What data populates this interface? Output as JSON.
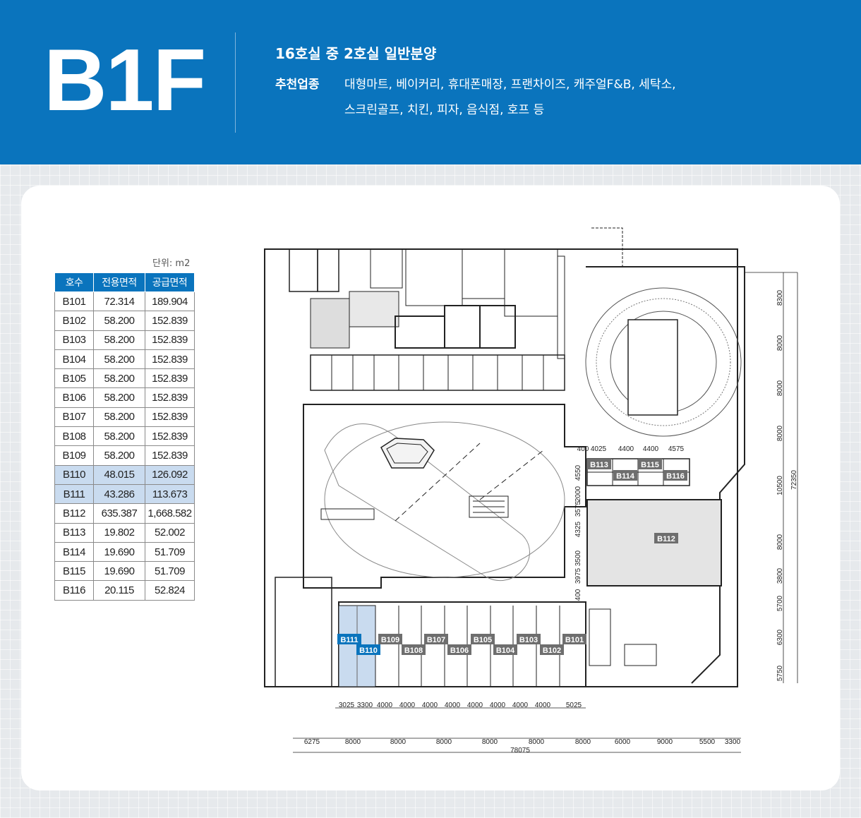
{
  "header": {
    "floor": "B1F",
    "subtitle": "16호실 중 2호실 일반분양",
    "recommend_label": "추천업종",
    "recommend_line1": "대형마트, 베이커리, 휴대폰매장, 프랜차이즈, 캐주얼F&B, 세탁소,",
    "recommend_line2": "스크린골프, 치킨, 피자, 음식점, 호프 등"
  },
  "table": {
    "unit_note": "단위: m2",
    "headers": [
      "호수",
      "전용면적",
      "공급면적"
    ],
    "rows": [
      {
        "unit": "B101",
        "exclusive": "72.314",
        "supply": "189.904"
      },
      {
        "unit": "B102",
        "exclusive": "58.200",
        "supply": "152.839"
      },
      {
        "unit": "B103",
        "exclusive": "58.200",
        "supply": "152.839"
      },
      {
        "unit": "B104",
        "exclusive": "58.200",
        "supply": "152.839"
      },
      {
        "unit": "B105",
        "exclusive": "58.200",
        "supply": "152.839"
      },
      {
        "unit": "B106",
        "exclusive": "58.200",
        "supply": "152.839"
      },
      {
        "unit": "B107",
        "exclusive": "58.200",
        "supply": "152.839"
      },
      {
        "unit": "B108",
        "exclusive": "58.200",
        "supply": "152.839"
      },
      {
        "unit": "B109",
        "exclusive": "58.200",
        "supply": "152.839"
      },
      {
        "unit": "B110",
        "exclusive": "48.015",
        "supply": "126.092",
        "highlight": true
      },
      {
        "unit": "B111",
        "exclusive": "43.286",
        "supply": "113.673",
        "highlight": true
      },
      {
        "unit": "B112",
        "exclusive": "635.387",
        "supply": "1,668.582"
      },
      {
        "unit": "B113",
        "exclusive": "19.802",
        "supply": "52.002"
      },
      {
        "unit": "B114",
        "exclusive": "19.690",
        "supply": "51.709"
      },
      {
        "unit": "B115",
        "exclusive": "19.690",
        "supply": "51.709"
      },
      {
        "unit": "B116",
        "exclusive": "20.115",
        "supply": "52.824"
      }
    ]
  },
  "plan": {
    "unit_labels": [
      "B101",
      "B102",
      "B103",
      "B104",
      "B105",
      "B106",
      "B107",
      "B108",
      "B109",
      "B110",
      "B111",
      "B112",
      "B113",
      "B114",
      "B115",
      "B116"
    ],
    "bottom_dims_inner": [
      "3025",
      "3300",
      "4000",
      "4000",
      "4000",
      "4000",
      "4000",
      "4000",
      "4000",
      "4000",
      "5025"
    ],
    "bottom_dims_outer": [
      "6275",
      "8000",
      "8000",
      "8000",
      "8000",
      "8000",
      "8000",
      "6000",
      "9000",
      "5500",
      "3300"
    ],
    "bottom_total": "78075",
    "right_dims": [
      "8300",
      "8000",
      "8000",
      "8000",
      "10500",
      "8000",
      "3800",
      "5700",
      "6300",
      "5750"
    ],
    "right_total": "72350",
    "vertical_dims": [
      "4550",
      "2000",
      "3575",
      "4325",
      "3500",
      "3975",
      "400"
    ],
    "top_dims": [
      "400",
      "4025",
      "4400",
      "4400",
      "4575"
    ],
    "colors": {
      "accent": "#0a74bd",
      "highlight": "#c9dbef",
      "unit_tag": "#6e6e6e"
    }
  }
}
